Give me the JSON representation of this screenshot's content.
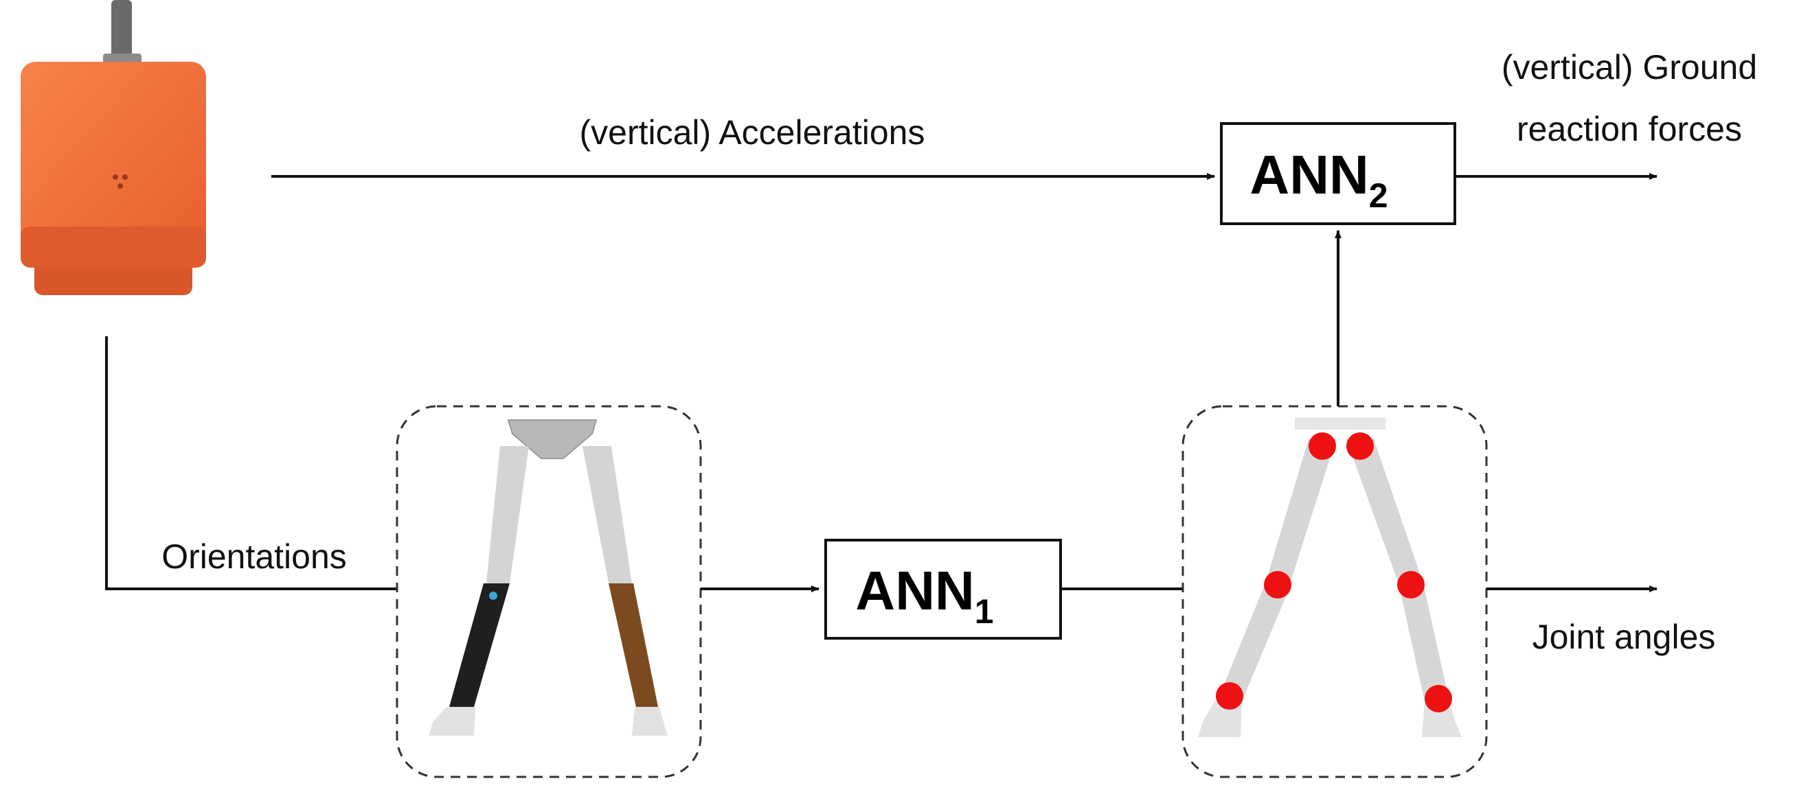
{
  "labels": {
    "accelerations": "(vertical) Accelerations",
    "grf_line1": "(vertical) Ground",
    "grf_line2": "reaction forces",
    "orientations": "Orientations",
    "joint_angles": "Joint angles"
  },
  "boxes": {
    "ann1": {
      "main": "ANN",
      "sub": "1"
    },
    "ann2": {
      "main": "ANN",
      "sub": "2"
    }
  },
  "icons": {
    "sensor": "imu-sensor-icon",
    "legs_input": "leg-model-icon",
    "legs_output": "joint-skeleton-icon"
  },
  "colors": {
    "sensor_orange": "#f2703a",
    "joint_red": "#ee1111",
    "stroke": "#111111"
  }
}
